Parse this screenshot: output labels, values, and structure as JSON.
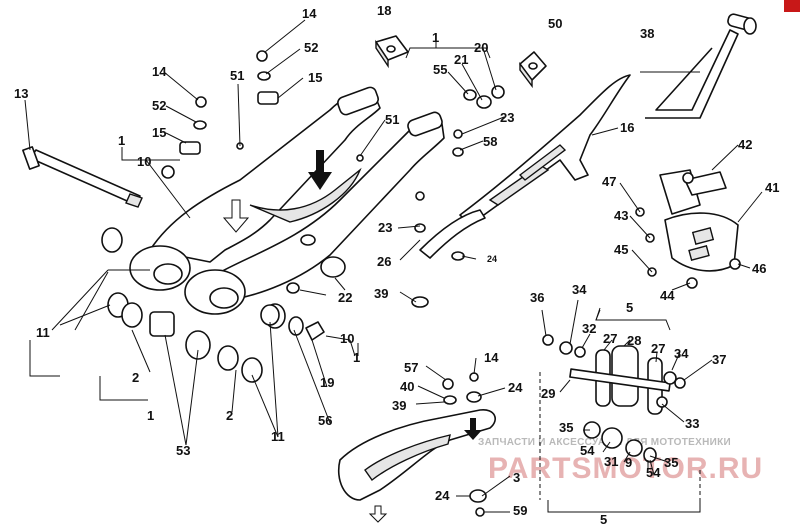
{
  "labels": {
    "l14a": "14",
    "l18": "18",
    "l1a": "1",
    "l50": "50",
    "l38": "38",
    "l52a": "52",
    "l20": "20",
    "l21": "21",
    "l55": "55",
    "l14b": "14",
    "l51a": "51",
    "l15a": "15",
    "l13": "13",
    "l52b": "52",
    "l15b": "15",
    "l51b": "51",
    "l23a": "23",
    "l16": "16",
    "l58": "58",
    "l1b": "1",
    "l10a": "10",
    "l42": "42",
    "l47": "47",
    "l41": "41",
    "l23b": "23",
    "l43": "43",
    "l26": "26",
    "l24a": "24",
    "l45": "45",
    "l46": "46",
    "l22": "22",
    "l39a": "39",
    "l44": "44",
    "l36": "36",
    "l34a": "34",
    "l5a": "5",
    "l11a": "11",
    "l10b": "10",
    "l32": "32",
    "l27a": "27",
    "l28": "28",
    "l27b": "27",
    "l1c": "1",
    "l34b": "34",
    "l37": "37",
    "l2a": "2",
    "l57": "57",
    "l14c": "14",
    "l19": "19",
    "l40": "40",
    "l24b": "24",
    "l29": "29",
    "l39b": "39",
    "l33": "33",
    "l1d": "1",
    "l2b": "2",
    "l56": "56",
    "l11b": "11",
    "l35a": "35",
    "l54a": "54",
    "l31": "31",
    "l9": "9",
    "l35b": "35",
    "l54b": "54",
    "l53": "53",
    "l3": "3",
    "l24c": "24",
    "l59": "59",
    "l5b": "5"
  },
  "watermark": {
    "caption": "ЗАПЧАСТИ И АКСЕССУАРЫ ДЛЯ МОТОТЕХНИКИ",
    "brand": "PARTSMOTOR.RU"
  },
  "colors": {
    "corner_badge": "#c81818",
    "watermark_text": "#b9b9b9",
    "watermark_brand": "#e7b3b3"
  }
}
